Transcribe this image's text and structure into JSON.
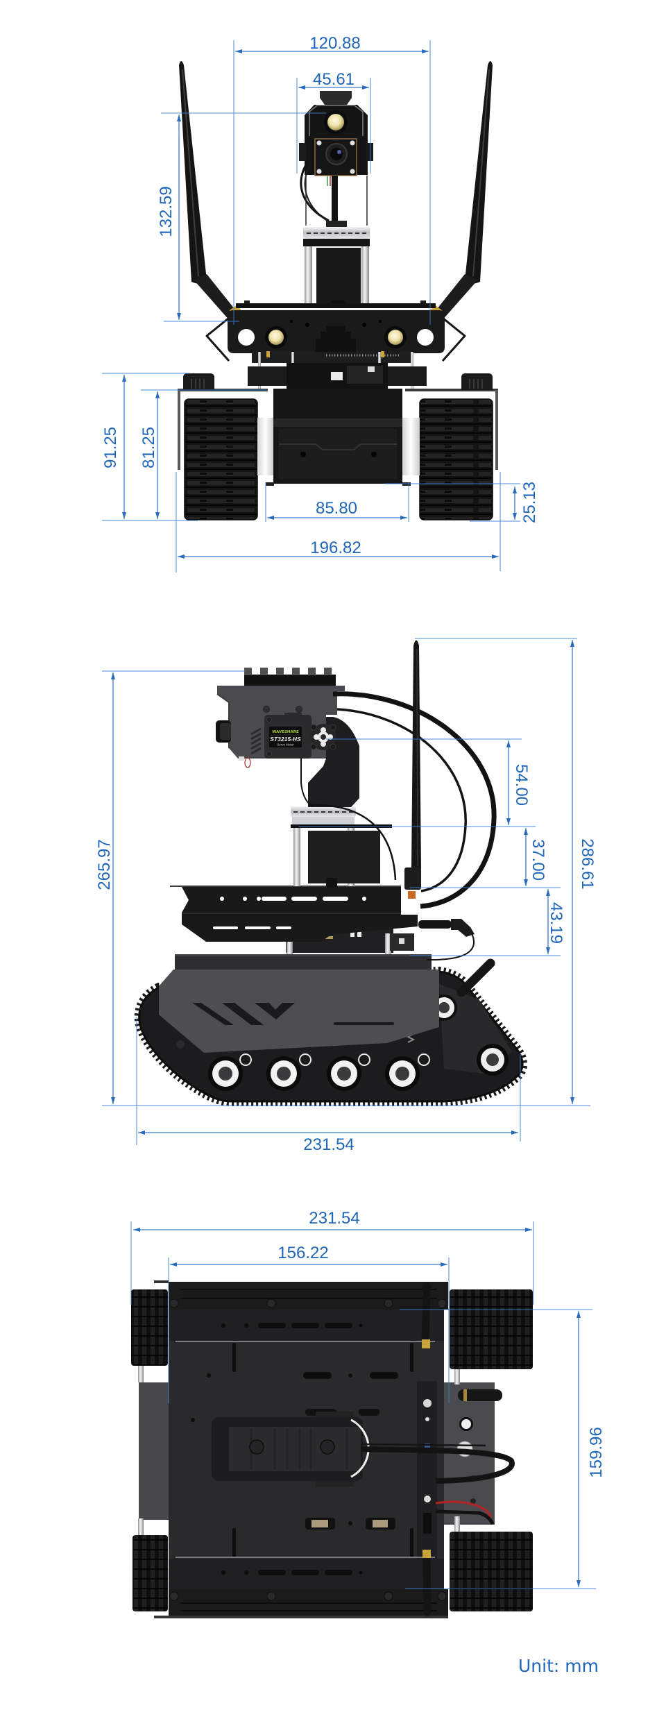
{
  "unit_label": "Unit: mm",
  "front_view": {
    "dimensions": {
      "antenna_span": "120.88",
      "camera_width": "45.61",
      "antenna_height": "132.59",
      "total_body_height": "91.25",
      "deck_height": "81.25",
      "track_gap": "85.80",
      "ground_clearance": "25.13",
      "overall_width": "196.82"
    }
  },
  "side_view": {
    "dimensions": {
      "camera_top_height": "265.97",
      "antenna_top_height": "286.61",
      "tilt_axis_offset": "54.00",
      "pan_column_height": "37.00",
      "upper_deck_offset": "43.19",
      "overall_length": "231.54"
    },
    "servo_label": {
      "brand": "WAVESHARE",
      "model": "ST3215-HS",
      "description": "Servo Motor"
    }
  },
  "top_view": {
    "dimensions": {
      "overall_length": "231.54",
      "deck_length": "156.22",
      "overall_width": "159.96"
    }
  },
  "colors": {
    "dimension": "#1f66b8",
    "dimension_line": "#3b7ccc",
    "chassis_black": "#1a1a1c",
    "side_plate_gray": "#4d4e51",
    "lamp": "#efe2a8",
    "antenna_connector": "#c9a23a",
    "servo_brand_text": "#a9c93c"
  }
}
